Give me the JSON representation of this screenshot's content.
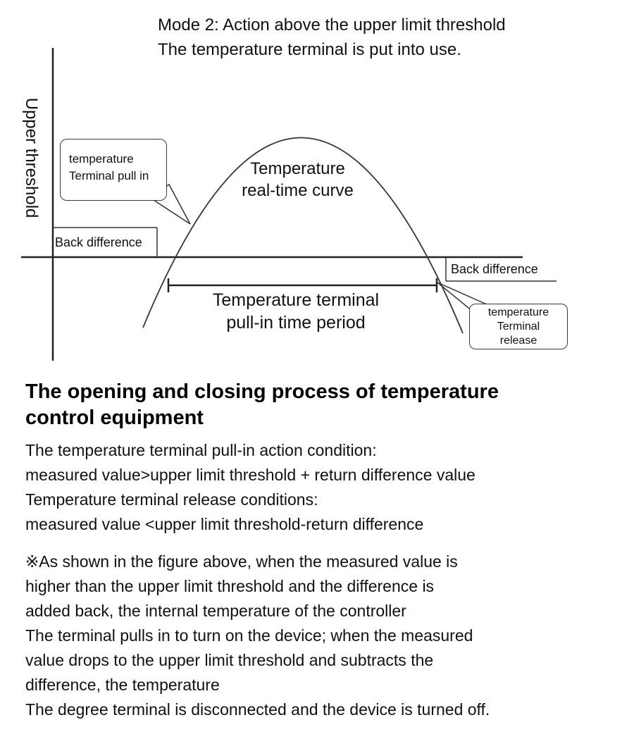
{
  "title": "Mode 2: Action above the upper limit threshold\nThe temperature terminal is put into use.",
  "diagram": {
    "y_axis_label": "Upper threshold",
    "pull_in_callout": "temperature\nTerminal pull in",
    "curve_label": "Temperature\nreal-time curve",
    "back_difference_left": "Back difference",
    "back_difference_right": "Back difference",
    "pull_in_period_label": "Temperature terminal\npull-in time period",
    "release_callout": "temperature\nTerminal\nrelease",
    "line_color": "#222222"
  },
  "section": {
    "heading": "The opening and closing process of temperature\ncontrol equipment",
    "conditions": "The temperature terminal pull-in action condition:\nmeasured value>upper limit threshold + return difference value\nTemperature terminal release conditions:\nmeasured value <upper limit threshold-return difference",
    "note": "※As shown in the figure above, when the measured value is\nhigher than the upper limit threshold and the difference is\nadded back, the internal temperature of the controller\nThe terminal pulls in to turn on the device; when the measured\nvalue drops to the upper limit threshold and subtracts the\ndifference, the temperature\nThe degree terminal is disconnected and the device is turned off."
  }
}
